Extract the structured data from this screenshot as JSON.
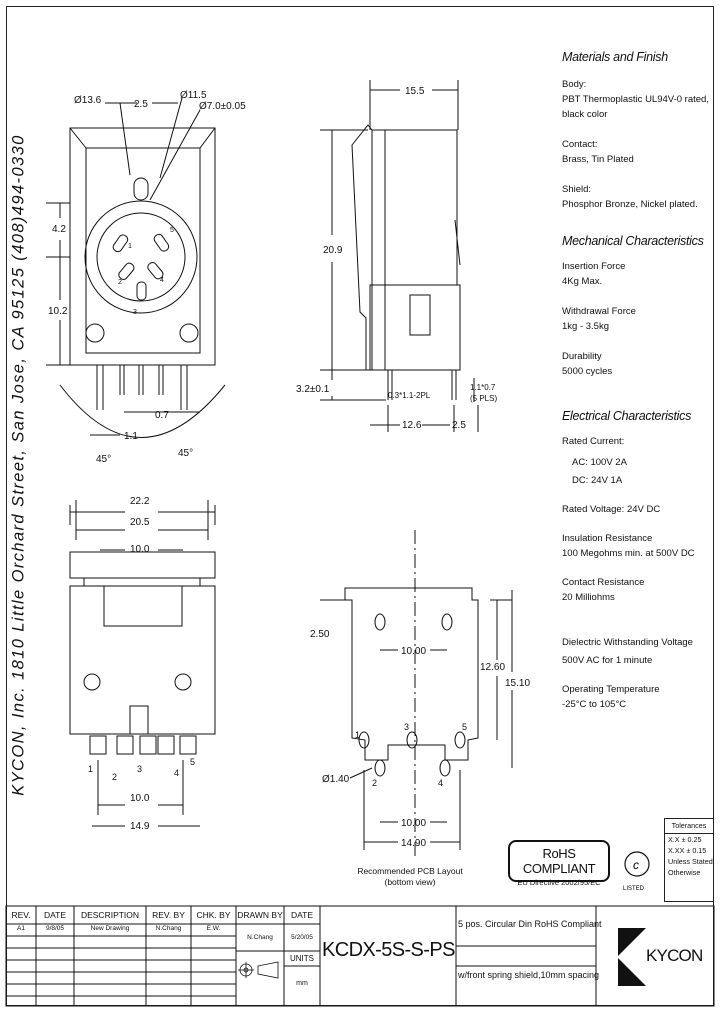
{
  "company_line": "KYCON, Inc. 1810 Little Orchard Street, San Jose, CA 95125 (408)494-0330",
  "front_view": {
    "dia_outer": "Ø13.6",
    "pitch": "2.5",
    "dia_inner": "Ø11.5",
    "dia_pin": "Ø7.0±0.05",
    "h1": "4.2",
    "h2": "10.2",
    "pin_w": "0.7",
    "pin_sp": "1.1",
    "angle_l": "45°",
    "angle_r": "45°",
    "pins": [
      "1",
      "2",
      "3",
      "4",
      "5"
    ]
  },
  "side_view": {
    "width": "15.5",
    "height": "20.9",
    "lead": "3.2±0.1",
    "pin_note": "0.3*1.1-2PL",
    "pin_note2": "1.1*0.7",
    "pin_note3": "(5 PLS)",
    "bot1": "12.6",
    "bot2": "2.5"
  },
  "bottom_view": {
    "w1": "22.2",
    "w2": "20.5",
    "w3": "10.0",
    "pin_sp": "10.0",
    "total": "14.9",
    "pins": [
      "1",
      "2",
      "3",
      "4",
      "5"
    ]
  },
  "pcb_layout": {
    "d1": "2.50",
    "d2": "10.00",
    "d3": "12.60",
    "d4": "15.10",
    "hole": "Ø1.40",
    "sp": "10.00",
    "tot": "14.90",
    "pins": [
      "1",
      "2",
      "3",
      "4",
      "5"
    ],
    "caption1": "Recommended PCB Layout",
    "caption2": "(bottom view)"
  },
  "specs": {
    "materials_title": "Materials and Finish",
    "body_label": "Body:",
    "body_val1": "PBT Thermoplastic UL94V-0 rated,",
    "body_val2": "black color",
    "contact_label": "Contact:",
    "contact_val": "Brass,  Tin Plated",
    "shield_label": "Shield:",
    "shield_val": "Phosphor Bronze, Nickel plated.",
    "mech_title": "Mechanical Characteristics",
    "ins_label": "Insertion Force",
    "ins_val": "4Kg Max.",
    "wd_label": "Withdrawal Force",
    "wd_val": "1kg - 3.5kg",
    "dur_label": "Durability",
    "dur_val": "5000 cycles",
    "elec_title": "Electrical Characteristics",
    "rc_label": "Rated Current:",
    "rc_ac": "AC: 100V 2A",
    "rc_dc": "DC:  24V 1A",
    "rv_label": "Rated Voltage: 24V DC",
    "ir_label": "Insulation Resistance",
    "ir_val": "100 Megohms min. at 500V DC",
    "cr_label": "Contact Resistance",
    "cr_val": "20 Milliohms",
    "dw_label": "Dielectric Withstanding Voltage",
    "dw_val": "500V AC for 1 minute",
    "ot_label": "Operating Temperature",
    "ot_val": "-25°C to 105°C"
  },
  "rohs": {
    "title": "RoHS COMPLIANT",
    "sub": "EU Directive 2002/95/EC"
  },
  "ul": {
    "top": "c",
    "bottom": "LISTED"
  },
  "tolerances": {
    "header": "Tolerances",
    "l1": "X.X ± 0.25",
    "l2": "X.XX ± 0.15",
    "l3": "Unless Stated",
    "l4": "Otherwise"
  },
  "title_block": {
    "h_rev": "REV.",
    "h_date": "DATE",
    "h_desc": "DESCRIPTION",
    "h_revby": "REV. BY",
    "h_chk": "CHK. BY",
    "h_drawn": "DRAWN BY",
    "h_date2": "DATE",
    "r_rev": "A1",
    "r_date": "9/8/05",
    "r_desc": "New Drawing",
    "r_revby": "N.Chang",
    "r_chk": "E.W.",
    "drawn": "N.Chang",
    "drawn_date": "5/20/05",
    "units_label": "UNITS",
    "units": "mm",
    "part_no": "KCDX-5S-S-PS",
    "desc1": "5 pos. Circular Din RoHS Compliant",
    "desc2": "w/front spring shield,10mm spacing",
    "logo": "KYCON"
  }
}
